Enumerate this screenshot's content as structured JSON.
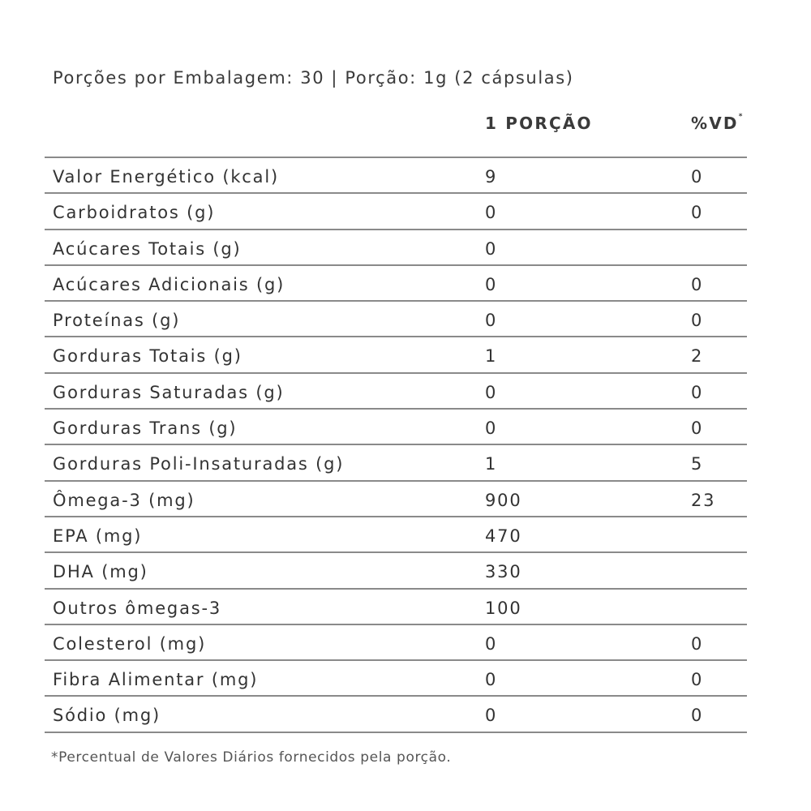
{
  "serving_info": "Porções por Embalagem: 30 | Porção: 1g (2 cápsulas)",
  "headers": {
    "portion": "1 PORÇÃO",
    "vd": "%VD",
    "vd_mark": "*"
  },
  "rows": [
    {
      "name": "Valor Energético (kcal)",
      "amount": "9",
      "vd": "0"
    },
    {
      "name": "Carboidratos (g)",
      "amount": "0",
      "vd": "0"
    },
    {
      "name": "Acúcares Totais (g)",
      "amount": "0",
      "vd": ""
    },
    {
      "name": "Acúcares Adicionais (g)",
      "amount": "0",
      "vd": "0"
    },
    {
      "name": "Proteínas (g)",
      "amount": "0",
      "vd": "0"
    },
    {
      "name": "Gorduras Totais (g)",
      "amount": "1",
      "vd": "2"
    },
    {
      "name": "Gorduras Saturadas (g)",
      "amount": "0",
      "vd": "0"
    },
    {
      "name": "Gorduras Trans (g)",
      "amount": "0",
      "vd": "0"
    },
    {
      "name": "Gorduras Poli-Insaturadas (g)",
      "amount": "1",
      "vd": "5"
    },
    {
      "name": "Ômega-3 (mg)",
      "amount": "900",
      "vd": "23"
    },
    {
      "name": "EPA (mg)",
      "amount": "470",
      "vd": ""
    },
    {
      "name": "DHA (mg)",
      "amount": "330",
      "vd": ""
    },
    {
      "name": "Outros ômegas-3",
      "amount": "100",
      "vd": ""
    },
    {
      "name": "Colesterol (mg)",
      "amount": "0",
      "vd": "0"
    },
    {
      "name": "Fibra Alimentar (mg)",
      "amount": "0",
      "vd": "0"
    },
    {
      "name": "Sódio (mg)",
      "amount": "0",
      "vd": "0"
    }
  ],
  "footnote": "*Percentual de Valores Diários fornecidos pela porção."
}
